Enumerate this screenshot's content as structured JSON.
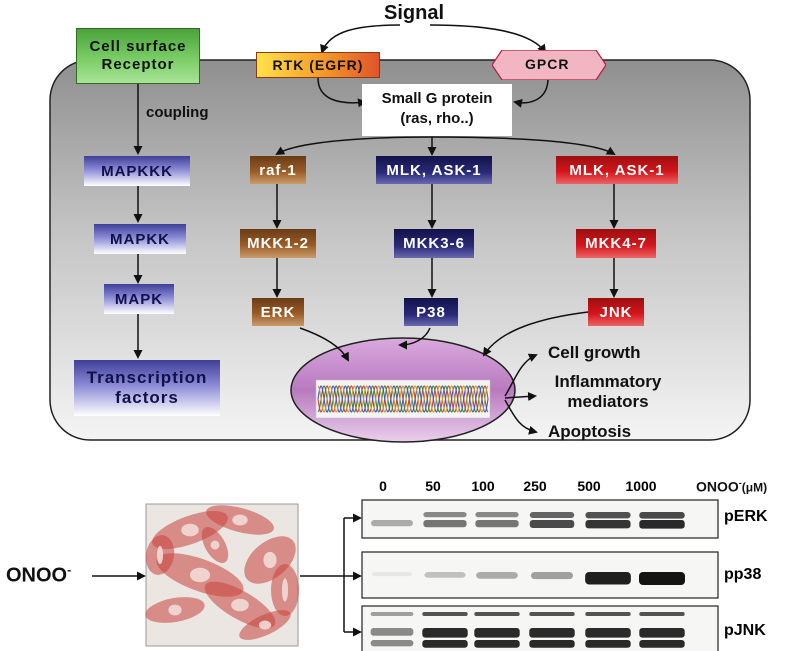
{
  "diagram": {
    "signal": "Signal",
    "receptor": "Cell surface Receptor",
    "rtk": "RTK (EGFR)",
    "gpcr": "GPCR",
    "small_g_protein": "Small G protein",
    "small_g_examples": "(ras, rho..)",
    "coupling": "coupling",
    "generic": {
      "mapkkk": "MAPKKK",
      "mapkk": "MAPKK",
      "mapk": "MAPK",
      "tf_line1": "Transcription",
      "tf_line2": "factors"
    },
    "erk_path": {
      "kkk": "raf-1",
      "kk": "MKK1-2",
      "k": "ERK"
    },
    "p38_path": {
      "kkk": "MLK, ASK-1",
      "kk": "MKK3-6",
      "k": "P38"
    },
    "jnk_path": {
      "kkk": "MLK, ASK-1",
      "kk": "MKK4-7",
      "k": "JNK"
    },
    "outcomes": {
      "growth": "Cell growth",
      "inflam1": "Inflammatory",
      "inflam2": "mediators",
      "apoptosis": "Apoptosis"
    }
  },
  "blot": {
    "stimulus": "ONOO",
    "stimulus_sup": "-",
    "header_sup": "-",
    "header_unit": "ONOO",
    "header_unit_suffix": "(μM)",
    "lanes": [
      "0",
      "50",
      "100",
      "250",
      "500",
      "1000"
    ],
    "rows": [
      {
        "label": "pERK",
        "intensity": [
          0.3,
          0.55,
          0.55,
          0.75,
          0.85,
          0.9
        ]
      },
      {
        "label": "pp38",
        "intensity": [
          0.02,
          0.2,
          0.3,
          0.35,
          0.95,
          1.0
        ]
      },
      {
        "label": "pJNK",
        "intensity": [
          0.45,
          0.9,
          0.9,
          0.9,
          0.9,
          0.9
        ]
      }
    ]
  }
}
